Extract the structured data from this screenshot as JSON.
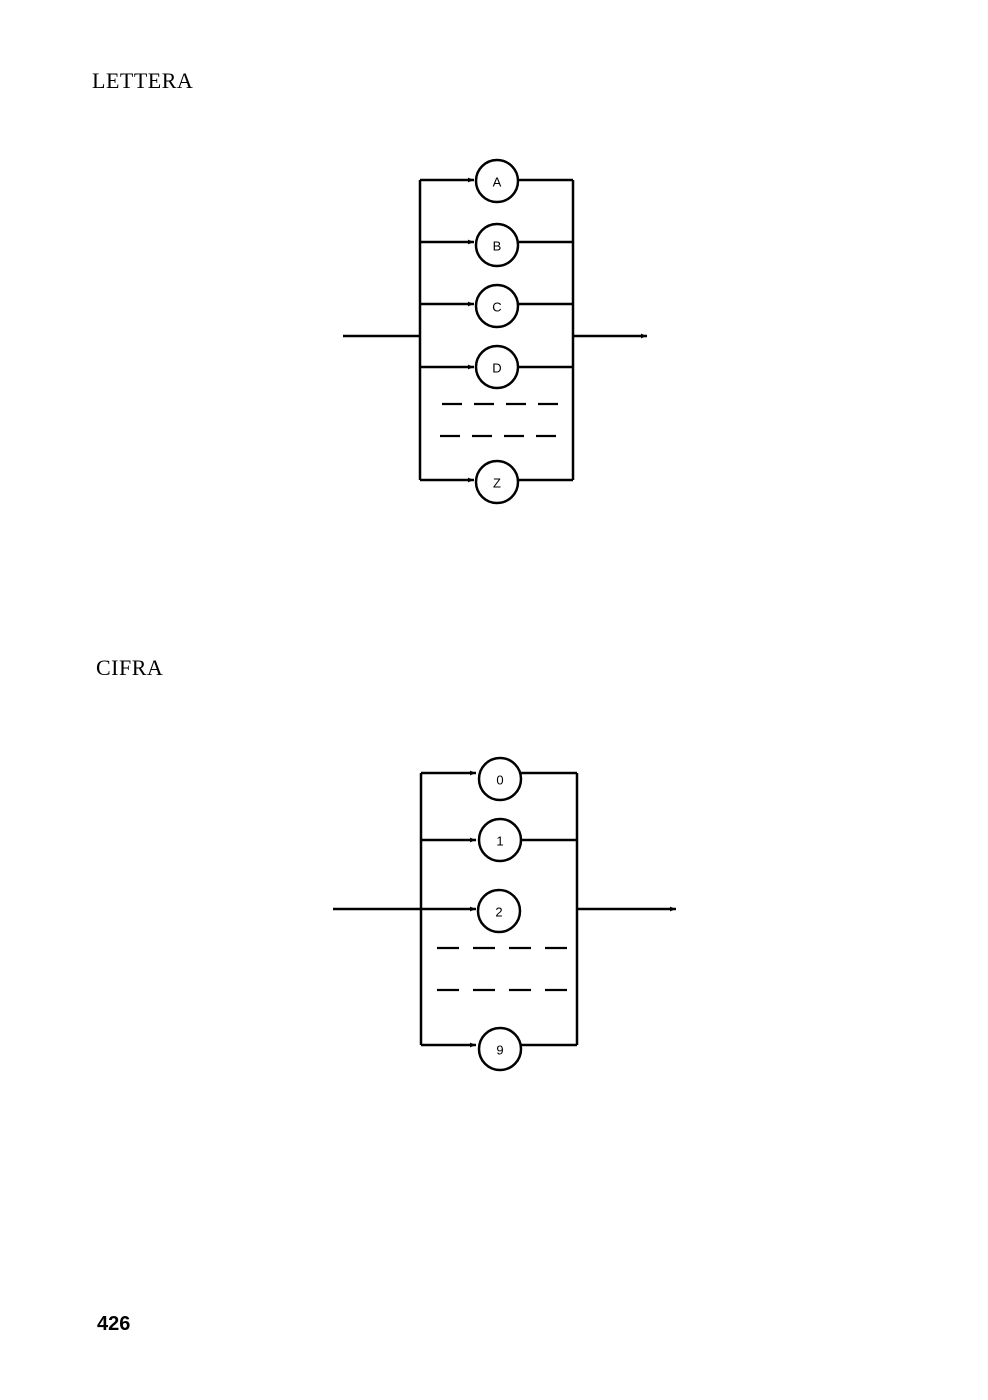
{
  "sections": {
    "lettera": {
      "title": "LETTERA",
      "nodes": [
        "A",
        "B",
        "C",
        "D",
        "Z"
      ]
    },
    "cifra": {
      "title": "CIFRA",
      "nodes": [
        "0",
        "1",
        "2",
        "9"
      ]
    }
  },
  "footer": {
    "page_number": "426"
  }
}
